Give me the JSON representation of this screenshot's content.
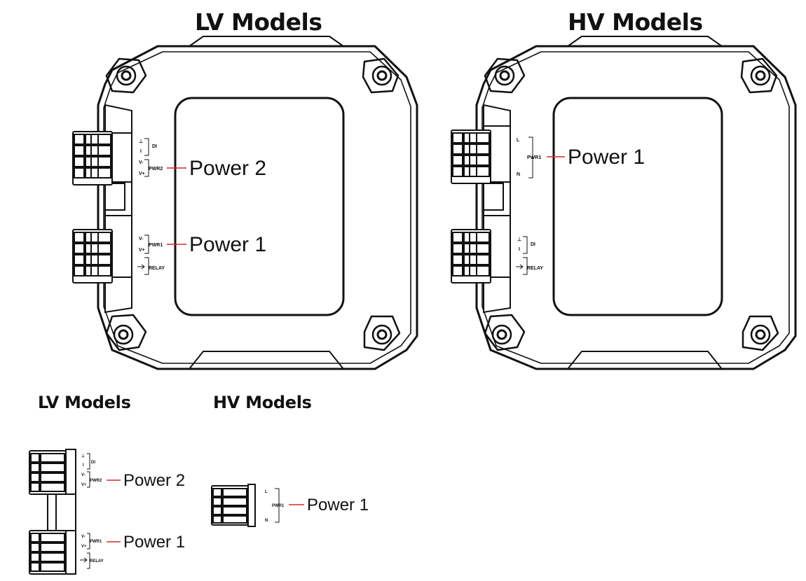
{
  "headings": {
    "lv_title": "LV Models",
    "hv_title": "HV Models",
    "lv_small": "LV Models",
    "hv_small": "HV Models"
  },
  "terminals": {
    "ground": "⊥",
    "isolated": "I",
    "di": "DI",
    "v_minus": "V-",
    "v_plus": "V+",
    "pwr1": "PWR1",
    "pwr2": "PWR2",
    "relay": "RELAY",
    "line": "L",
    "neutral": "N"
  },
  "callouts": {
    "power1": "Power 1",
    "power2": "Power 2"
  },
  "colors": {
    "leader_line": "#d32a2a",
    "outline": "#111111"
  }
}
